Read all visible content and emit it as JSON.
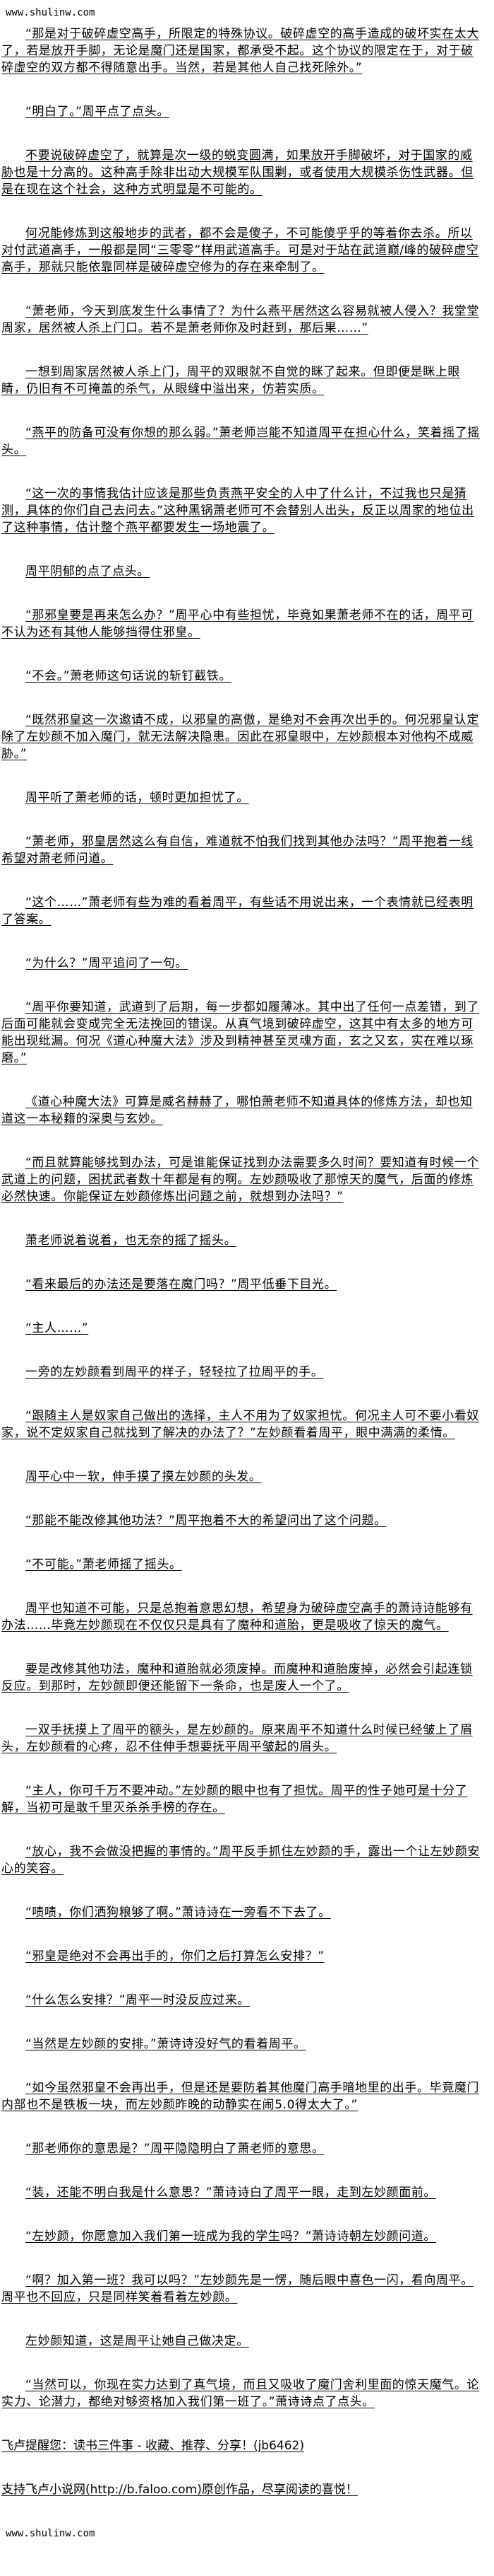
{
  "site": "www.shulinw.com",
  "paragraphs": [
    "“那是对于破碎虚空高手，所限定的特殊协议。破碎虚空的高手造成的破坏实在太大了，若是放开手脚，无论是魔门还是国家，都承受不起。这个协议的限定在于，对于破碎虚空的双方都不得随意出手。当然，若是其他人自己找死除外。”",
    "“明白了。”周平点了点头。",
    "不要说破碎虚空了，就算是次一级的蜕变圆满，如果放开手脚破坏，对于国家的威胁也是十分高的。这种高手除非出动大规模军队围剿，或者使用大规模杀伤性武器。但是在现在这个社会，这种方式明显是不可能的。",
    "何况能修炼到这般地步的武者，都不会是傻子，不可能傻乎乎的等着你去杀。所以对付武道高手，一般都是同“三零零”样用武道高手。可是对于站在武道巅/峰的破碎虚空高手，那就只能依靠同样是破碎虚空修为的存在来牵制了。",
    "“萧老师，今天到底发生什么事情了？为什么燕平居然这么容易就被人侵入？我堂堂周家，居然被人杀上门口。若不是萧老师你及时赶到，那后果……”",
    "一想到周家居然被人杀上门，周平的双眼就不自觉的眯了起来。但即便是眯上眼睛，仍旧有不可掩盖的杀气，从眼缝中溢出来，仿若实质。",
    "“燕平的防备可没有你想的那么弱。”萧老师岂能不知道周平在担心什么，笑着摇了摇头。",
    "“这一次的事情我估计应该是那些负责燕平安全的人中了什么计，不过我也只是猜测，具体的你们自己去问去。”这种黑锅萧老师可不会替别人出头，反正以周家的地位出了这种事情，估计整个燕平都要发生一场地震了。",
    "周平阴郁的点了点头。",
    "“那邪皇要是再来怎么办？”周平心中有些担忧，毕竟如果萧老师不在的话，周平可不认为还有其他人能够挡得住邪皇。",
    "“不会。”萧老师这句话说的斩钉截铁。",
    "“既然邪皇这一次邀请不成，以邪皇的高傲，是绝对不会再次出手的。何况邪皇认定除了左妙颜不加入魔门，就无法解决隐患。因此在邪皇眼中，左妙颜根本对他构不成威胁。”",
    "周平听了萧老师的话，顿时更加担忧了。",
    "“萧老师，邪皇居然这么有自信，难道就不怕我们找到其他办法吗？”周平抱着一线希望对萧老师问道。",
    "“这个……”萧老师有些为难的看着周平，有些话不用说出来，一个表情就已经表明了答案。",
    "“为什么？”周平追问了一句。",
    "“周平你要知道，武道到了后期，每一步都如履薄冰。其中出了任何一点差错，到了后面可能就会变成完全无法挽回的错误。从真气境到破碎虚空，这其中有太多的地方可能出现纰漏。何况《道心种魔大法》涉及到精神甚至灵魂方面，玄之又玄，实在难以琢磨。”",
    "《道心种魔大法》可算是威名赫赫了，哪怕萧老师不知道具体的修炼方法，却也知道这一本秘籍的深奥与玄妙。",
    "“而且就算能够找到办法，可是谁能保证找到办法需要多久时间？要知道有时候一个武道上的问题，困扰武者数十年都是有的啊。左妙颜吸收了那惊天的魔气，后面的修炼必然快速。你能保证左妙颜修炼出问题之前，就想到办法吗？”",
    "萧老师说着说着，也无奈的摇了摇头。",
    "“看来最后的办法还是要落在魔门吗？”周平低垂下目光。",
    "“主人……”",
    "一旁的左妙颜看到周平的样子，轻轻拉了拉周平的手。",
    "“跟随主人是奴家自己做出的选择，主人不用为了奴家担忧。何况主人可不要小看奴家，说不定奴家自己就找到了解决的办法了？”左妙颜看着周平，眼中满满的柔情。",
    "周平心中一软，伸手摸了摸左妙颜的头发。",
    "“那能不能改修其他功法？”周平抱着不大的希望问出了这个问题。",
    "“不可能。”萧老师摇了摇头。",
    "周平也知道不可能，只是总抱着意思幻想，希望身为破碎虚空高手的萧诗诗能够有办法……毕竟左妙颜现在不仅仅只是具有了魔种和道胎，更是吸收了惊天的魔气。",
    "要是改修其他功法，魔种和道胎就必须废掉。而魔种和道胎废掉，必然会引起连锁反应。到那时，左妙颜即便还能留下一条命，也是废人一个了。",
    "一双手抚摸上了周平的额头，是左妙颜的。原来周平不知道什么时候已经皱上了眉头，左妙颜看的心疼，忍不住伸手想要抚平周平皱起的眉头。",
    "“主人，你可千万不要冲动。”左妙颜的眼中也有了担忧。周平的性子她可是十分了解，当初可是敢千里灭杀杀手榜的存在。",
    "“放心，我不会做没把握的事情的。”周平反手抓住左妙颜的手，露出一个让左妙颜安心的笑容。",
    "“啧啧，你们洒狗粮够了啊。”萧诗诗在一旁看不下去了。",
    "“邪皇是绝对不会再出手的，你们之后打算怎么安排？”",
    "“什么怎么安排？”周平一时没反应过来。",
    "“当然是左妙颜的安排。”萧诗诗没好气的看着周平。",
    "“如今虽然邪皇不会再出手，但是还是要防着其他魔门高手暗地里的出手。毕竟魔门内部也不是铁板一块，而左妙颜昨晚的动静实在闹5.0得太大了。”",
    "“那老师你的意思是？”周平隐隐明白了萧老师的意思。",
    "“装，还能不明白我是什么意思？”萧诗诗白了周平一眼，走到左妙颜面前。",
    "“左妙颜，你愿意加入我们第一班成为我的学生吗？”萧诗诗朝左妙颜问道。",
    "“啊？加入第一班？我可以吗？”左妙颜先是一愣，随后眼中喜色一闪，看向周平。周平也不回应，只是同样笑着看着左妙颜。",
    "左妙颜知道，这是周平让她自己做决定。",
    "“当然可以，你现在实力达到了真气境，而且又吸收了魔门舍利里面的惊天魔气。论实力、论潜力，都绝对够资格加入我们第一班了。”萧诗诗点了点头。"
  ],
  "footer": {
    "reminder": "飞卢提醒您：读书三件事 - 收藏、推荐、分享！(jb6462)",
    "support": "支持飞卢小说网(http://b.faloo.com)原创作品，尽享阅读的喜悦！"
  }
}
